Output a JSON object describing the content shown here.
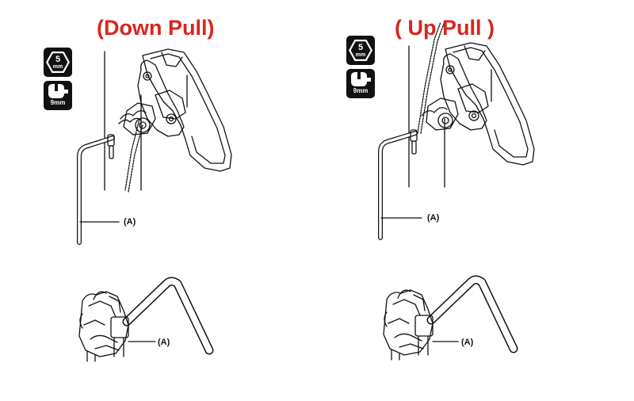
{
  "titles": {
    "down_pull": "(Down Pull)",
    "up_pull": "( Up Pull )"
  },
  "tool_hex": {
    "size": "5",
    "unit": "mm",
    "icon": "hex-key-5mm-icon"
  },
  "tool_wrench": {
    "size_label": "9mm",
    "icon": "wrench-9mm-icon"
  },
  "callouts": {
    "left_top": "(A)",
    "right_top": "(A)",
    "left_bottom": "(A)",
    "right_bottom": "(A)"
  },
  "colors": {
    "title": "#d9261c",
    "line_art": "#111111",
    "background": "#ffffff"
  }
}
